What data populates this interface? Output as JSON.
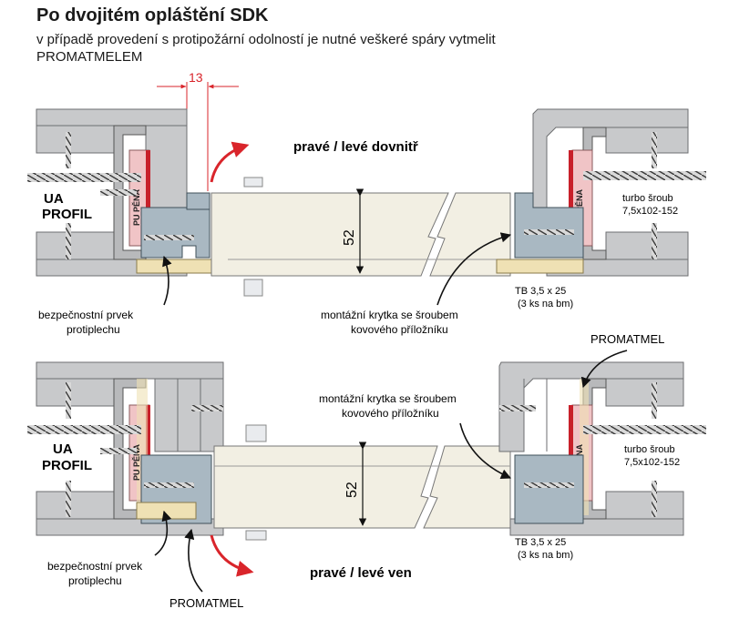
{
  "title": "Po dvojitém opláštění SDK",
  "subtitle_line1": "v případě provedení s protipožární odolností je nutné veškeré spáry vytmelit",
  "subtitle_line2": "PROMATMELEM",
  "dimension_top": "13",
  "top_section": {
    "opening_label": "pravé / levé dovnitř",
    "ua_profil_line1": "UA",
    "ua_profil_line2": "PROFIL",
    "pu_pena_left": "PU PĚNA",
    "pu_pena_right": "PU PĚNA",
    "thickness": "52",
    "safety_line1": "bezpečnostní prvek",
    "safety_line2": "protiplechu",
    "cover_line1": "montážní krytka se šroubem",
    "cover_line2": "kovového příložníku",
    "tb_line1": "TB 3,5 x 25",
    "tb_line2": "(3 ks na bm)",
    "turbo_line1": "turbo šroub",
    "turbo_line2": "7,5x102-152"
  },
  "bottom_section": {
    "opening_label": "pravé / levé ven",
    "ua_profil_line1": "UA",
    "ua_profil_line2": "PROFIL",
    "pu_pena_left": "PU PĚNA",
    "pu_pena_right": "PU PĚNA",
    "thickness": "52",
    "safety_line1": "bezpečnostní prvek",
    "safety_line2": "protiplechu",
    "cover_line1": "montážní krytka se šroubem",
    "cover_line2": "kovového příložníku",
    "tb_line1": "TB 3,5 x 25",
    "tb_line2": "(3 ks na bm)",
    "turbo_line1": "turbo šroub",
    "turbo_line2": "7,5x102-152",
    "promatmel_top": "PROMATMEL",
    "promatmel_bottom": "PROMATMEL"
  },
  "colors": {
    "board": "#c8c9cb",
    "board_edge": "#6d6e70",
    "foam": "#f0c4c6",
    "seal_red": "#c8202a",
    "aluminium": "#a9b8c2",
    "door_leaf": "#f2efe3",
    "accent_red": "#d9252b",
    "putty": "#efe1b4"
  }
}
